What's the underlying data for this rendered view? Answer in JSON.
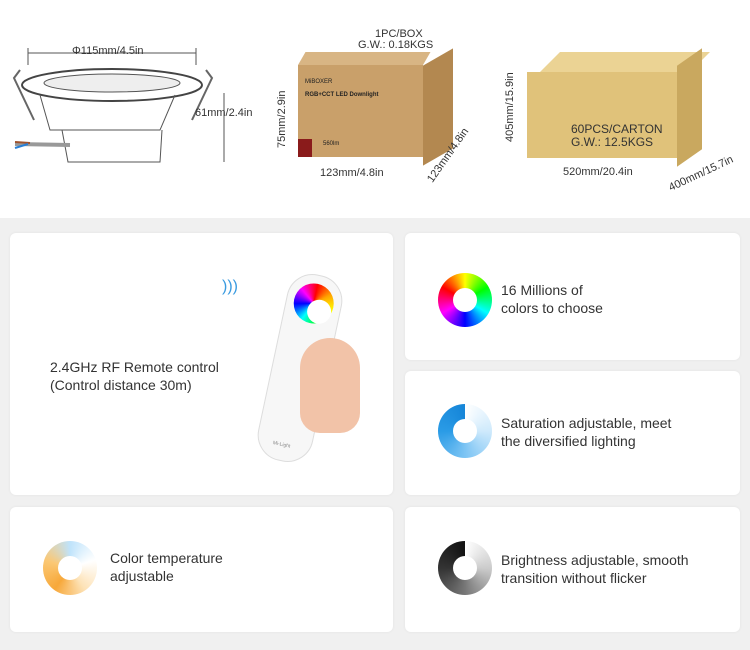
{
  "dimensions": {
    "lamp_diameter": "Φ115mm/4.5in",
    "lamp_height": "61mm/2.4in",
    "box_qty": "1PC/BOX",
    "box_weight": "G.W.: 0.18KGS",
    "box_height": "75mm/2.9in",
    "box_width": "123mm/4.8in",
    "box_depth": "123mm/4.8in",
    "box_brand": "MiBOXER",
    "box_product": "RGB+CCT LED Downlight",
    "box_lumen": "560lm",
    "carton_qty": "60PCS/CARTON",
    "carton_weight": "G.W.: 12.5KGS",
    "carton_height": "405mm/15.9in",
    "carton_width": "520mm/20.4in",
    "carton_depth": "400mm/15.7in"
  },
  "features": {
    "remote": {
      "line1": "2.4GHz RF Remote control",
      "line2": "(Control distance 30m)",
      "brand": "Mi-Light"
    },
    "colors": {
      "line1": "16 Millions of",
      "line2": "colors to choose"
    },
    "saturation": {
      "line1": "Saturation adjustable, meet",
      "line2": "the diversified lighting"
    },
    "temperature": {
      "line1": "Color temperature",
      "line2": "adjustable"
    },
    "brightness": {
      "line1": "Brightness adjustable, smooth",
      "line2": "transition without flicker"
    }
  }
}
